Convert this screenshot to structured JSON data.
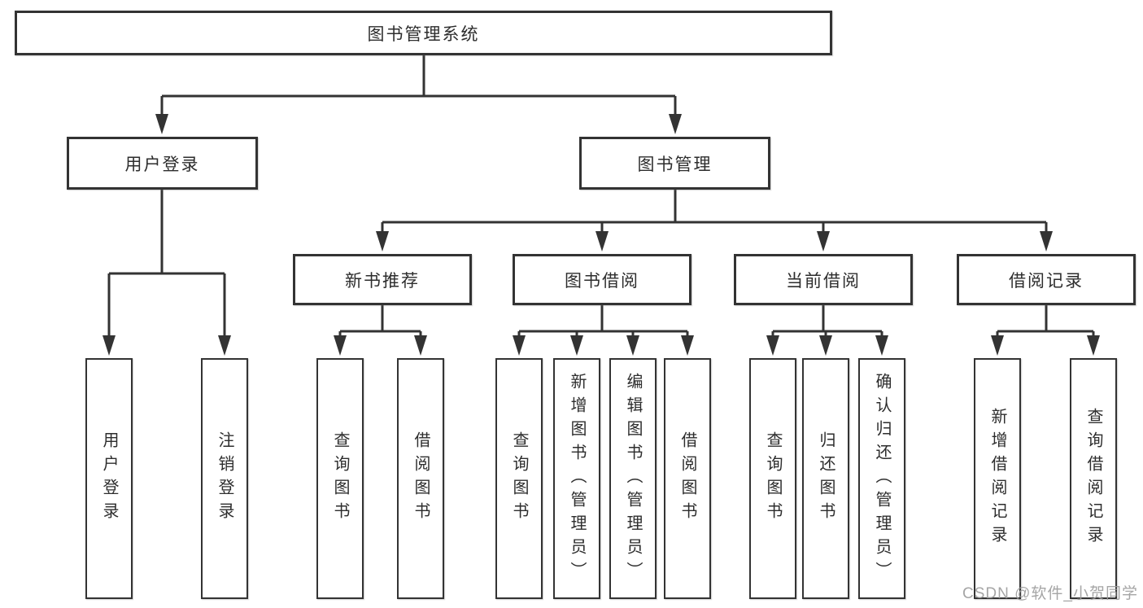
{
  "diagram": {
    "colors": {
      "line": "#333333",
      "box_border": "#333333",
      "box_fill": "#ffffff",
      "text": "#2d2d2d",
      "watermark_text": "#9c9c9c"
    },
    "tree": {
      "root": "图书管理系统",
      "children": [
        {
          "label": "用户登录",
          "children": [
            {
              "label": "用户登录"
            },
            {
              "label": "注销登录"
            }
          ]
        },
        {
          "label": "图书管理",
          "children": [
            {
              "label": "新书推荐",
              "children": [
                {
                  "label": "查询图书"
                },
                {
                  "label": "借阅图书"
                }
              ]
            },
            {
              "label": "图书借阅",
              "children": [
                {
                  "label": "查询图书"
                },
                {
                  "label": "新增图书（管理员）"
                },
                {
                  "label": "编辑图书（管理员）"
                },
                {
                  "label": "借阅图书"
                }
              ]
            },
            {
              "label": "当前借阅",
              "children": [
                {
                  "label": "查询图书"
                },
                {
                  "label": "归还图书"
                },
                {
                  "label": "确认归还（管理员）"
                }
              ]
            },
            {
              "label": "借阅记录",
              "children": [
                {
                  "label": "新增借阅记录"
                },
                {
                  "label": "查询借阅记录"
                }
              ]
            }
          ]
        }
      ]
    },
    "watermark": {
      "text": "CSDN @软件_小贺同学"
    }
  }
}
